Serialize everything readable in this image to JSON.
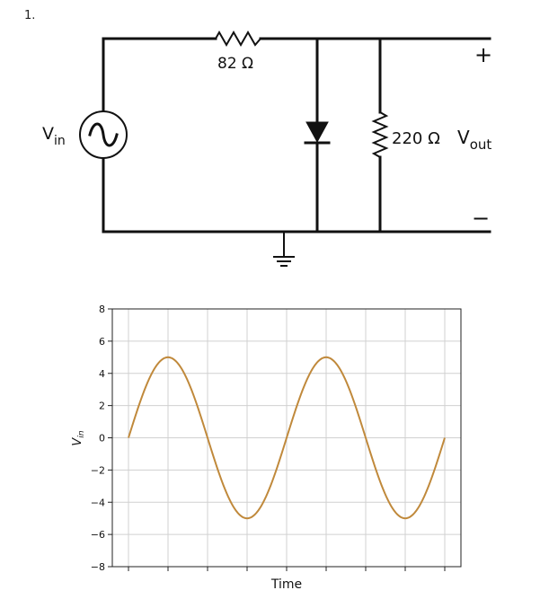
{
  "problem_number": "1.",
  "circuit": {
    "source_label_main": "V",
    "source_label_sub": "in",
    "series_resistor_label": "82 Ω",
    "load_resistor_label": "220 Ω",
    "output_label_main": "V",
    "output_label_sub": "out",
    "plus_label": "+",
    "minus_label": "−"
  },
  "chart_data": {
    "type": "line",
    "title": "",
    "xlabel": "Time",
    "ylabel": "V_in",
    "ylim": [
      -8,
      8
    ],
    "yticks": [
      "8",
      "6",
      "4",
      "2",
      "0",
      "−2",
      "−4",
      "−6",
      "−8"
    ],
    "grid": true,
    "series": [
      {
        "color": "#c0893b",
        "function": "5·sin(t)",
        "amplitude": 5,
        "periods": 2,
        "x": [
          0,
          0.25,
          0.5,
          0.75,
          1,
          1.25,
          1.5,
          1.75,
          2
        ],
        "y": [
          0,
          5,
          0,
          -5,
          0,
          5,
          0,
          -5,
          0
        ]
      }
    ]
  }
}
